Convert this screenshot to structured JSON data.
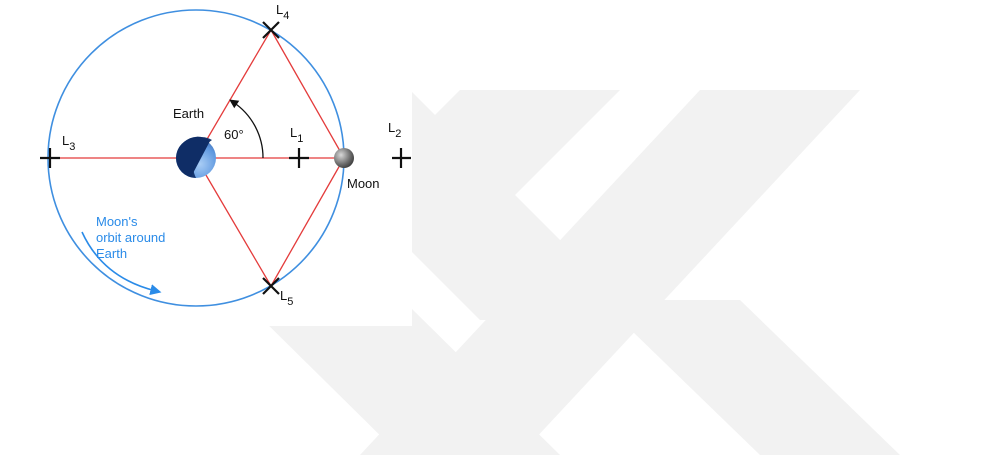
{
  "diagram": {
    "labels": {
      "earth": "Earth",
      "moon": "Moon",
      "angle": "60°",
      "orbit_line1": "Moon's",
      "orbit_line2": "orbit around",
      "orbit_line3": "Earth"
    },
    "lagrange_points": [
      {
        "id": "L1",
        "letter": "L",
        "sub": "1"
      },
      {
        "id": "L2",
        "letter": "L",
        "sub": "2"
      },
      {
        "id": "L3",
        "letter": "L",
        "sub": "3"
      },
      {
        "id": "L4",
        "letter": "L",
        "sub": "4"
      },
      {
        "id": "L5",
        "letter": "L",
        "sub": "5"
      }
    ],
    "colors": {
      "orbit": "#3f8fe0",
      "lines": "#e43b3b",
      "orbit_text": "#2a8be8",
      "watermark": "#f2f2f2",
      "earth_dark": "#0f2d66",
      "earth_light": "#7fb2ee"
    }
  }
}
